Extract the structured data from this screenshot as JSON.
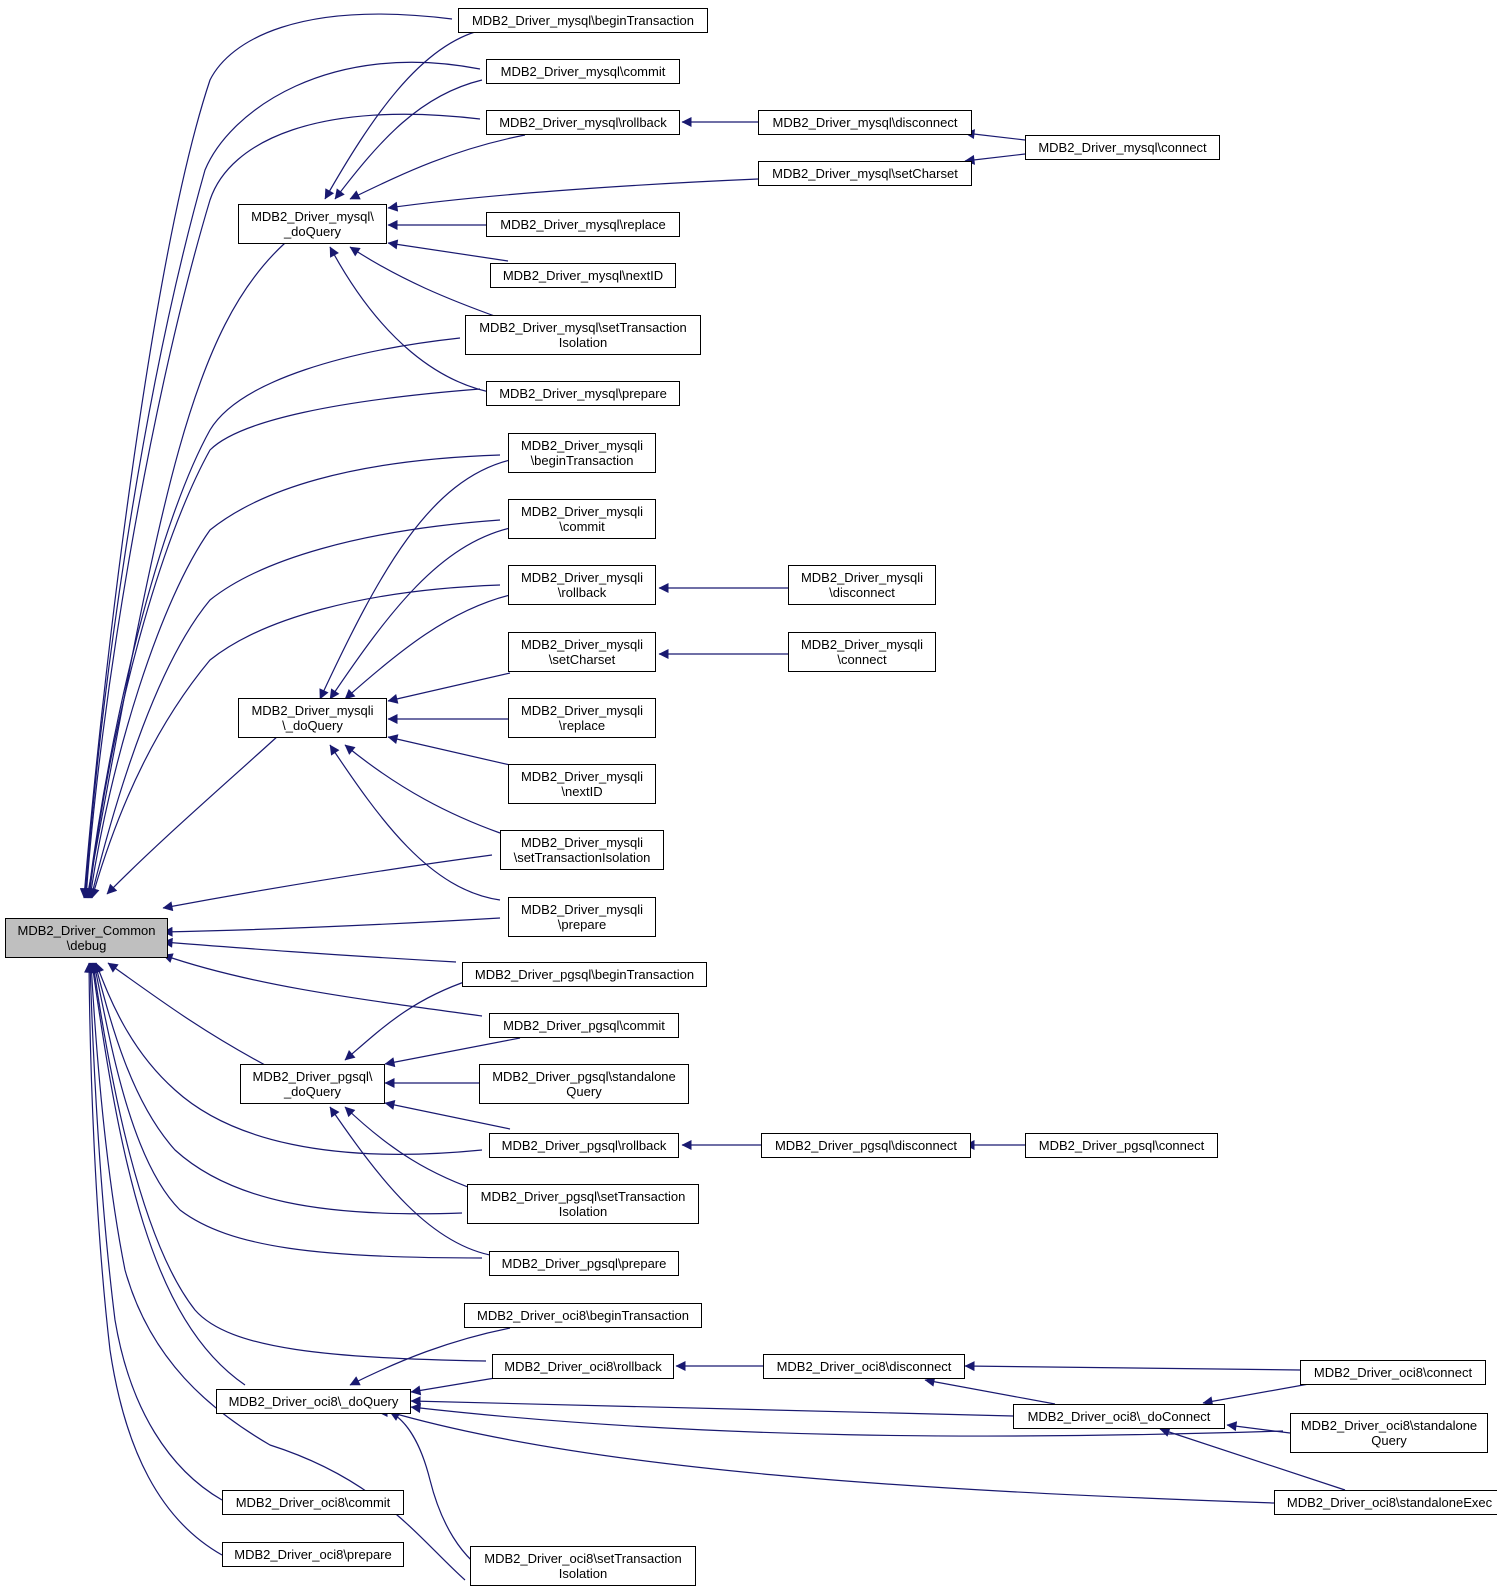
{
  "colors": {
    "edge": "#191970",
    "node_border": "#000000",
    "root_fill": "#bfbfbf",
    "node_fill": "#ffffff"
  },
  "nodes": {
    "root": [
      "MDB2_Driver_Common",
      "\\debug"
    ],
    "my_doQuery": [
      "MDB2_Driver_mysql\\",
      "_doQuery"
    ],
    "my_beginTransaction": [
      "MDB2_Driver_mysql\\beginTransaction"
    ],
    "my_commit": [
      "MDB2_Driver_mysql\\commit"
    ],
    "my_rollback": [
      "MDB2_Driver_mysql\\rollback"
    ],
    "my_disconnect": [
      "MDB2_Driver_mysql\\disconnect"
    ],
    "my_connect": [
      "MDB2_Driver_mysql\\connect"
    ],
    "my_setCharset": [
      "MDB2_Driver_mysql\\setCharset"
    ],
    "my_replace": [
      "MDB2_Driver_mysql\\replace"
    ],
    "my_nextID": [
      "MDB2_Driver_mysql\\nextID"
    ],
    "my_setTransactionIsolation": [
      "MDB2_Driver_mysql\\setTransaction",
      "Isolation"
    ],
    "my_prepare": [
      "MDB2_Driver_mysql\\prepare"
    ],
    "mi_doQuery": [
      "MDB2_Driver_mysqli",
      "\\_doQuery"
    ],
    "mi_beginTransaction": [
      "MDB2_Driver_mysqli",
      "\\beginTransaction"
    ],
    "mi_commit": [
      "MDB2_Driver_mysqli",
      "\\commit"
    ],
    "mi_rollback": [
      "MDB2_Driver_mysqli",
      "\\rollback"
    ],
    "mi_disconnect": [
      "MDB2_Driver_mysqli",
      "\\disconnect"
    ],
    "mi_setCharset": [
      "MDB2_Driver_mysqli",
      "\\setCharset"
    ],
    "mi_connect": [
      "MDB2_Driver_mysqli",
      "\\connect"
    ],
    "mi_replace": [
      "MDB2_Driver_mysqli",
      "\\replace"
    ],
    "mi_nextID": [
      "MDB2_Driver_mysqli",
      "\\nextID"
    ],
    "mi_setTransactionIsolation": [
      "MDB2_Driver_mysqli",
      "\\setTransactionIsolation"
    ],
    "mi_prepare": [
      "MDB2_Driver_mysqli",
      "\\prepare"
    ],
    "pg_beginTransaction": [
      "MDB2_Driver_pgsql\\beginTransaction"
    ],
    "pg_doQuery": [
      "MDB2_Driver_pgsql\\",
      "_doQuery"
    ],
    "pg_commit": [
      "MDB2_Driver_pgsql\\commit"
    ],
    "pg_standaloneQuery": [
      "MDB2_Driver_pgsql\\standalone",
      "Query"
    ],
    "pg_rollback": [
      "MDB2_Driver_pgsql\\rollback"
    ],
    "pg_disconnect": [
      "MDB2_Driver_pgsql\\disconnect"
    ],
    "pg_connect": [
      "MDB2_Driver_pgsql\\connect"
    ],
    "pg_setTransactionIsolation": [
      "MDB2_Driver_pgsql\\setTransaction",
      "Isolation"
    ],
    "pg_prepare": [
      "MDB2_Driver_pgsql\\prepare"
    ],
    "oc_beginTransaction": [
      "MDB2_Driver_oci8\\beginTransaction"
    ],
    "oc_rollback": [
      "MDB2_Driver_oci8\\rollback"
    ],
    "oc_disconnect": [
      "MDB2_Driver_oci8\\disconnect"
    ],
    "oc_connect": [
      "MDB2_Driver_oci8\\connect"
    ],
    "oc_doQuery": [
      "MDB2_Driver_oci8\\_doQuery"
    ],
    "oc_doConnect": [
      "MDB2_Driver_oci8\\_doConnect"
    ],
    "oc_standaloneQuery": [
      "MDB2_Driver_oci8\\standalone",
      "Query"
    ],
    "oc_standaloneExec": [
      "MDB2_Driver_oci8\\standaloneExec"
    ],
    "oc_commit": [
      "MDB2_Driver_oci8\\commit"
    ],
    "oc_prepare": [
      "MDB2_Driver_oci8\\prepare"
    ],
    "oc_setTransactionIsolation": [
      "MDB2_Driver_oci8\\setTransaction",
      "Isolation"
    ]
  }
}
